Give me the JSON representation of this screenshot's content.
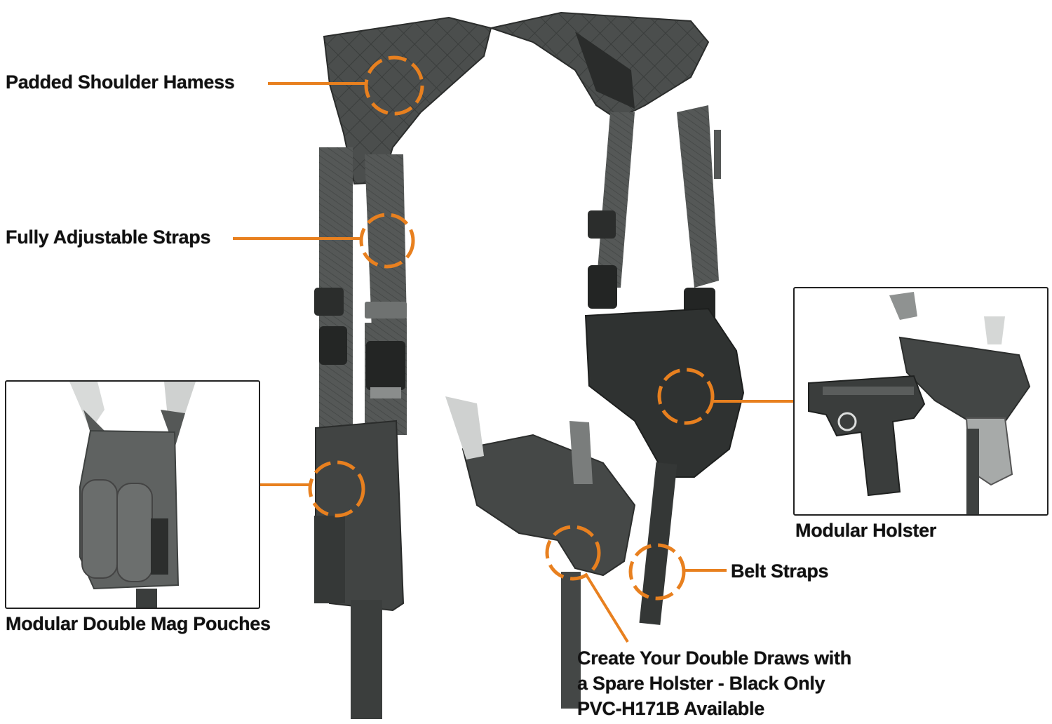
{
  "diagram": {
    "subject": "Shoulder holster harness feature diagram",
    "callout_color": "#E8801F",
    "strap_color": "#4a4d4c",
    "dark_nylon_color": "#2f3231",
    "callouts": [
      {
        "id": "padded-shoulder-harness",
        "label": "Padded Shoulder Hamess"
      },
      {
        "id": "fully-adjustable-straps",
        "label": "Fully Adjustable Straps"
      },
      {
        "id": "modular-double-mag-pouches",
        "label": "Modular Double Mag Pouches"
      },
      {
        "id": "modular-holster",
        "label": "Modular Holster"
      },
      {
        "id": "belt-straps",
        "label": "Belt Straps"
      },
      {
        "id": "spare-holster",
        "label": "Create Your Double Draws with a Spare Holster - Black Only PVC-H171B Available"
      }
    ],
    "insets": [
      {
        "id": "mag-pouch-inset",
        "caption_ref": "Modular Double Mag Pouches"
      },
      {
        "id": "holster-inset",
        "caption_ref": "Modular Holster"
      }
    ]
  }
}
